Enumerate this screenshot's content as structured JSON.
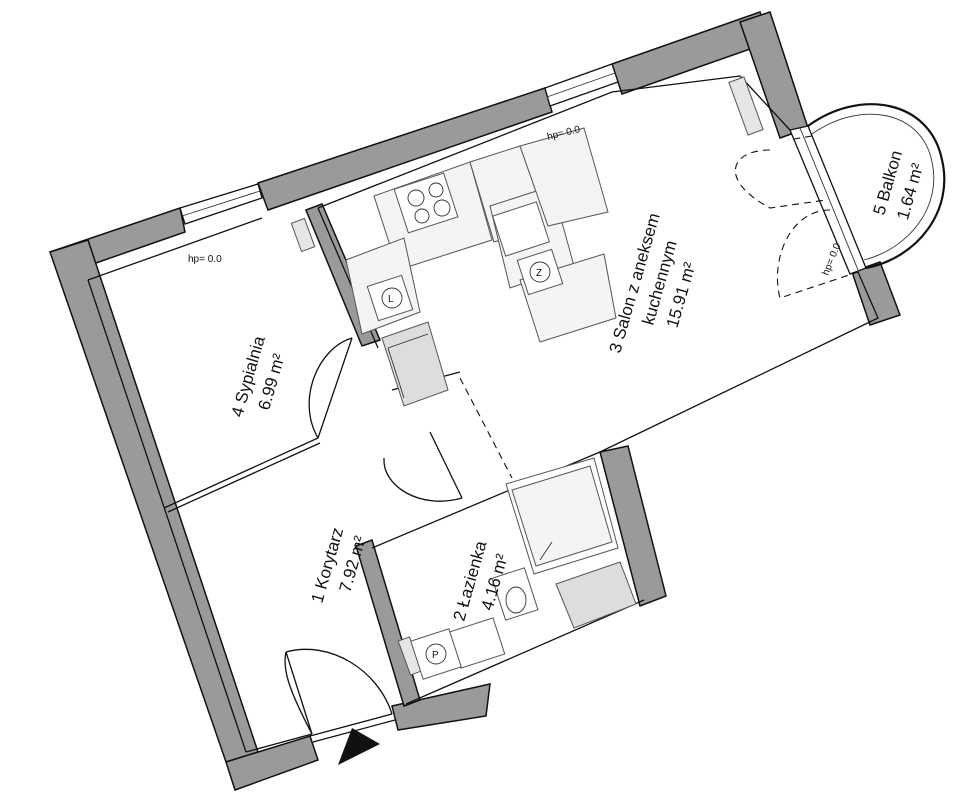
{
  "rooms": [
    {
      "id": "r1",
      "num": "1",
      "name": "Korytarz",
      "area": "7.92 m²"
    },
    {
      "id": "r2",
      "num": "2",
      "name": "Łazienka",
      "area": "4.16 m²"
    },
    {
      "id": "r3",
      "num": "3",
      "name": "Salon z aneksem",
      "name2": "kuchennym",
      "area": "15.91 m²"
    },
    {
      "id": "r4",
      "num": "4",
      "name": "Sypialnia",
      "area": "6.99 m²"
    },
    {
      "id": "r5",
      "num": "5",
      "name": "Balkon",
      "area": "1.64 m²"
    }
  ],
  "labels": {
    "r1_line1": "1  Korytarz",
    "r1_line2": "7.92 m²",
    "r2_line1": "2  Łazienka",
    "r2_line2": "4.16 m²",
    "r3_line1": "3  Salon z aneksem",
    "r3_line2": "kuchennym",
    "r3_line3": "15.91 m²",
    "r4_line1": "4  Sypialnia",
    "r4_line2": "6.99 m²",
    "r5_line1": "5  Balkon",
    "r5_line2": "1.64 m²"
  },
  "window_heights": [
    "hp= 0.0",
    "hp= 0.0",
    "hp= 0.0"
  ],
  "fixtures": {
    "washer_letter": "P",
    "fridge_letter": "L",
    "dishwasher_letter": "Z"
  }
}
